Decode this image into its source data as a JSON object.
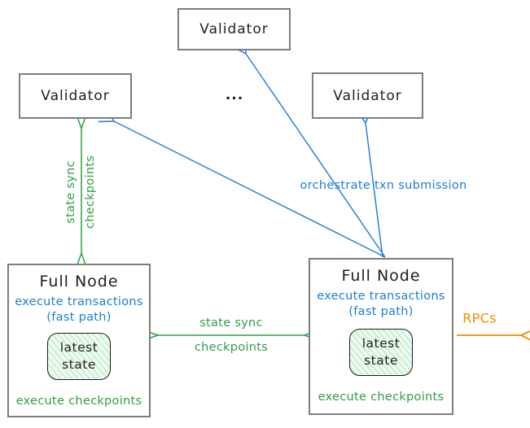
{
  "diagram": {
    "validators": [
      {
        "label": "Validator"
      },
      {
        "label": "Validator"
      },
      {
        "label": "Validator"
      }
    ],
    "ellipsis": "...",
    "full_nodes": [
      {
        "title": "Full Node",
        "exec_line": "execute transactions",
        "fast_path_line": "(fast path)",
        "state_label": "latest state",
        "footer": "execute checkpoints"
      },
      {
        "title": "Full Node",
        "exec_line": "execute transactions",
        "fast_path_line": "(fast path)",
        "state_label": "latest state",
        "footer": "execute checkpoints"
      }
    ],
    "edge_labels": {
      "vertical_sync_line1": "state sync",
      "vertical_sync_line2": "checkpoints",
      "horizontal_sync_line1": "state sync",
      "horizontal_sync_line2": "checkpoints",
      "orchestrate": "orchestrate txn submission",
      "rpcs": "RPCs"
    },
    "colors": {
      "green": "#2f9e44",
      "blue": "#1c7ed6",
      "orange": "#f08c00",
      "text_black": "#1e1e1e",
      "box_border": "#7e7e7e",
      "state_fill_hatch": "#b2f2bb"
    }
  }
}
